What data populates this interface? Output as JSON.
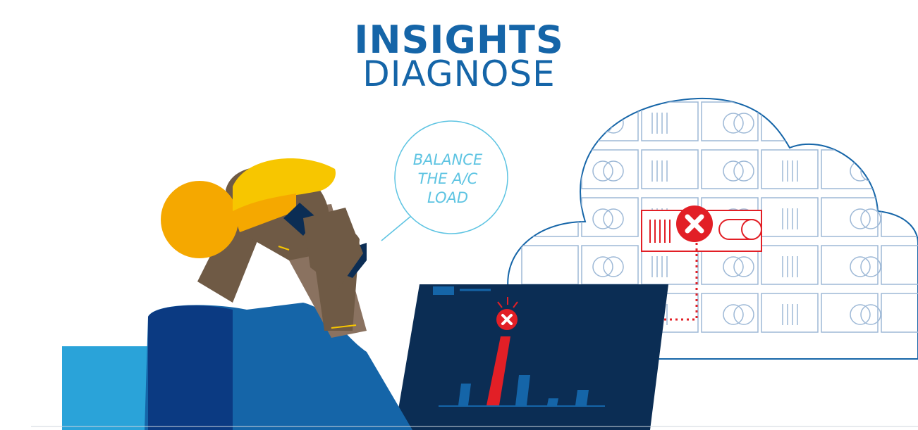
{
  "title": {
    "line1": "INSIGHTS",
    "line2": "DIAGNOSE"
  },
  "speech_bubble": {
    "text_line1": "BALANCE",
    "text_line2": "THE A/C",
    "text_line3": "LOAD"
  },
  "colors": {
    "brand_blue": "#1565a8",
    "navy": "#0b2d54",
    "alert_red": "#e21f26",
    "hair_yellow": "#f7c600",
    "light_blue": "#2aa3d9",
    "bubble_cyan": "#5ec4e2"
  },
  "icons": [
    "error-x-icon",
    "warning-x-icon",
    "server-rack-icon",
    "cloud-icon"
  ]
}
